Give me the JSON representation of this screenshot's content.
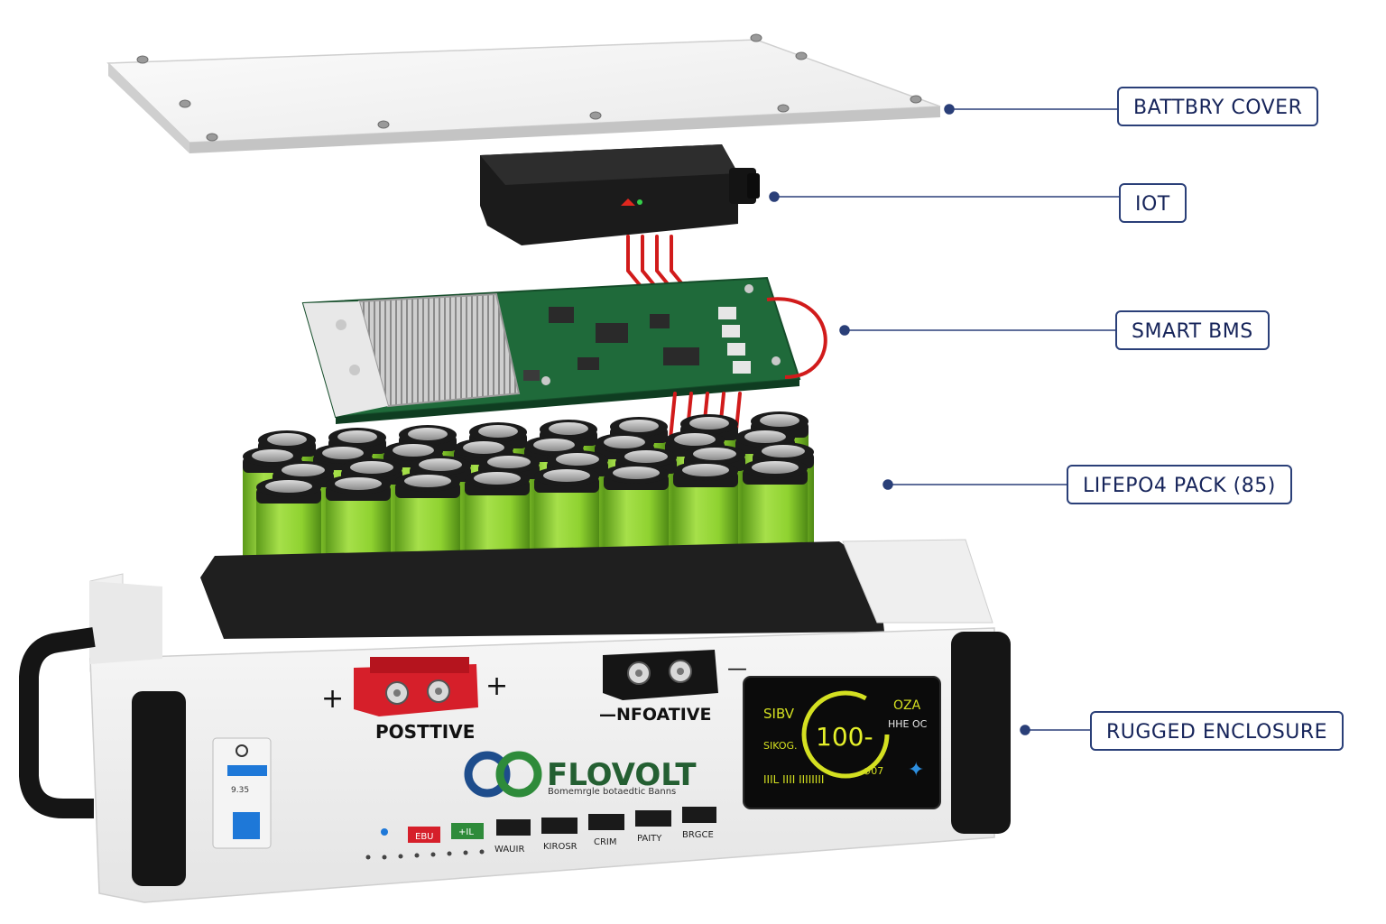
{
  "callouts": {
    "cover": "BATTBRY COVER",
    "iot": "IOT",
    "bms": "SMART BMS",
    "pack": "LIFEPO4 PACK (85)",
    "enclosure": "RUGGED ENCLOSURE"
  },
  "terminals": {
    "positive_label": "POSTTIVE",
    "negative_label": "—NFOATIVE",
    "plus_sign": "+",
    "minus_sign": "—"
  },
  "brand": {
    "name": "FLOVOLT",
    "tagline": "Bomemrgle botaedtic Banns"
  },
  "breaker": {
    "rating": "9.35"
  },
  "display": {
    "top_left": "SIBV",
    "top_right": "OZA",
    "middle_left": "SIKOG.",
    "gauge_value": "100-",
    "middle_right": "HHE OC",
    "bottom_text": "IIIL IIII IIIIIIII",
    "bottom_right": "⊕07"
  },
  "indicators": {
    "red_badge": "EBU",
    "green_badge": "+IL",
    "labels": [
      "WAUIR",
      "KIROSR",
      "CRIM",
      "PAITY",
      "BRGCE"
    ]
  },
  "colors": {
    "accent_navy": "#2a3f78",
    "cell_green": "#8fd230",
    "pcb_green": "#1f6a3a",
    "terminal_red": "#d61f2a",
    "brand_blue": "#1e4d8c",
    "brand_green": "#2e8b3a",
    "display_yellow": "#d4e021"
  }
}
